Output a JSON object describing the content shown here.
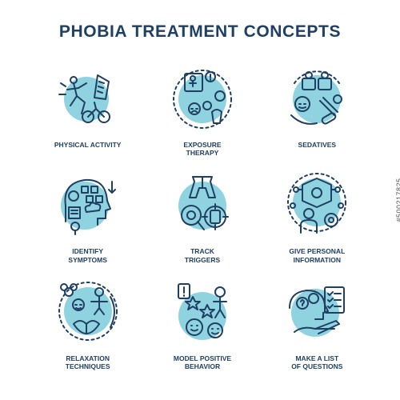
{
  "title": "PHOBIA TREATMENT CONCEPTS",
  "colors": {
    "accent": "#8fd3e0",
    "stroke": "#1f3f63",
    "text": "#1f3f63"
  },
  "concepts": [
    {
      "label": "PHYSICAL ACTIVITY",
      "icon": "physical-activity-icon"
    },
    {
      "label": "EXPOSURE\nTHERAPY",
      "icon": "exposure-therapy-icon"
    },
    {
      "label": "SEDATIVES",
      "icon": "sedatives-icon"
    },
    {
      "label": "IDENTIFY\nSYMPTOMS",
      "icon": "identify-symptoms-icon"
    },
    {
      "label": "TRACK\nTRIGGERS",
      "icon": "track-triggers-icon"
    },
    {
      "label": "GIVE PERSONAL\nINFORMATION",
      "icon": "give-personal-information-icon"
    },
    {
      "label": "RELAXATION\nTECHNIQUES",
      "icon": "relaxation-techniques-icon"
    },
    {
      "label": "MODEL POSITIVE\nBEHAVIOR",
      "icon": "model-positive-behavior-icon"
    },
    {
      "label": "MAKE A LIST\nOF QUESTIONS",
      "icon": "make-list-of-questions-icon"
    }
  ],
  "stock_id": "#500217825"
}
